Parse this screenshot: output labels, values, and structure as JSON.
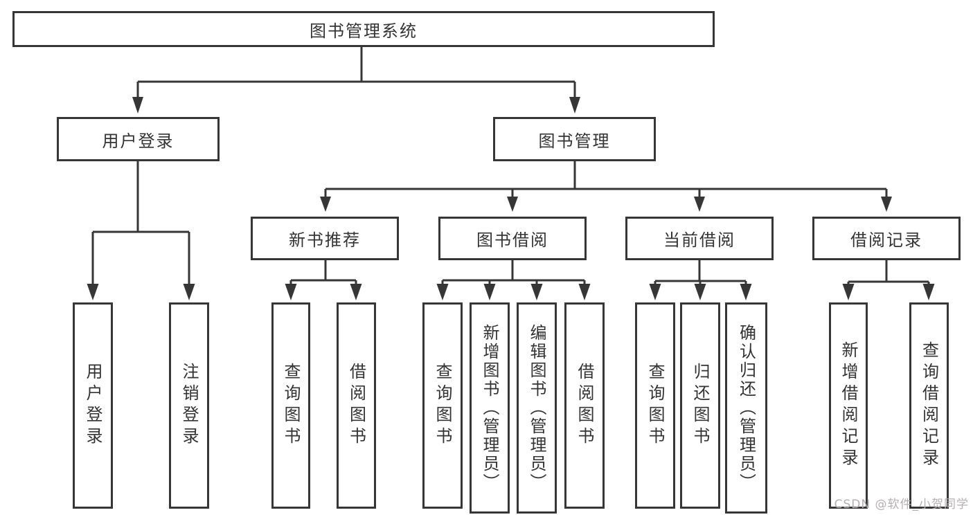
{
  "diagram": {
    "title_node": "图书管理系统",
    "root": {
      "label": "图书管理系统"
    },
    "branches": [
      {
        "label": "用户登录",
        "children": [
          {
            "label": "用户登录"
          },
          {
            "label": "注销登录"
          }
        ]
      },
      {
        "label": "图书管理",
        "children": [
          {
            "label": "新书推荐",
            "children": [
              {
                "label": "查询图书"
              },
              {
                "label": "借阅图书"
              }
            ]
          },
          {
            "label": "图书借阅",
            "children": [
              {
                "label": "查询图书"
              },
              {
                "label": "新增图书（管理员）"
              },
              {
                "label": "编辑图书（管理员）"
              },
              {
                "label": "借阅图书"
              }
            ]
          },
          {
            "label": "当前借阅",
            "children": [
              {
                "label": "查询图书"
              },
              {
                "label": "归还图书"
              },
              {
                "label": "确认归还（管理员）"
              }
            ]
          },
          {
            "label": "借阅记录",
            "children": [
              {
                "label": "新增借阅记录"
              },
              {
                "label": "查询借阅记录"
              }
            ]
          }
        ]
      }
    ]
  },
  "watermark": {
    "text": "CSDN @软件_小贺同学"
  },
  "colors": {
    "line": "#363636",
    "text": "#333333",
    "box_fill": "#ffffff",
    "watermark": "#b5b0b0",
    "background": "#ffffff"
  }
}
